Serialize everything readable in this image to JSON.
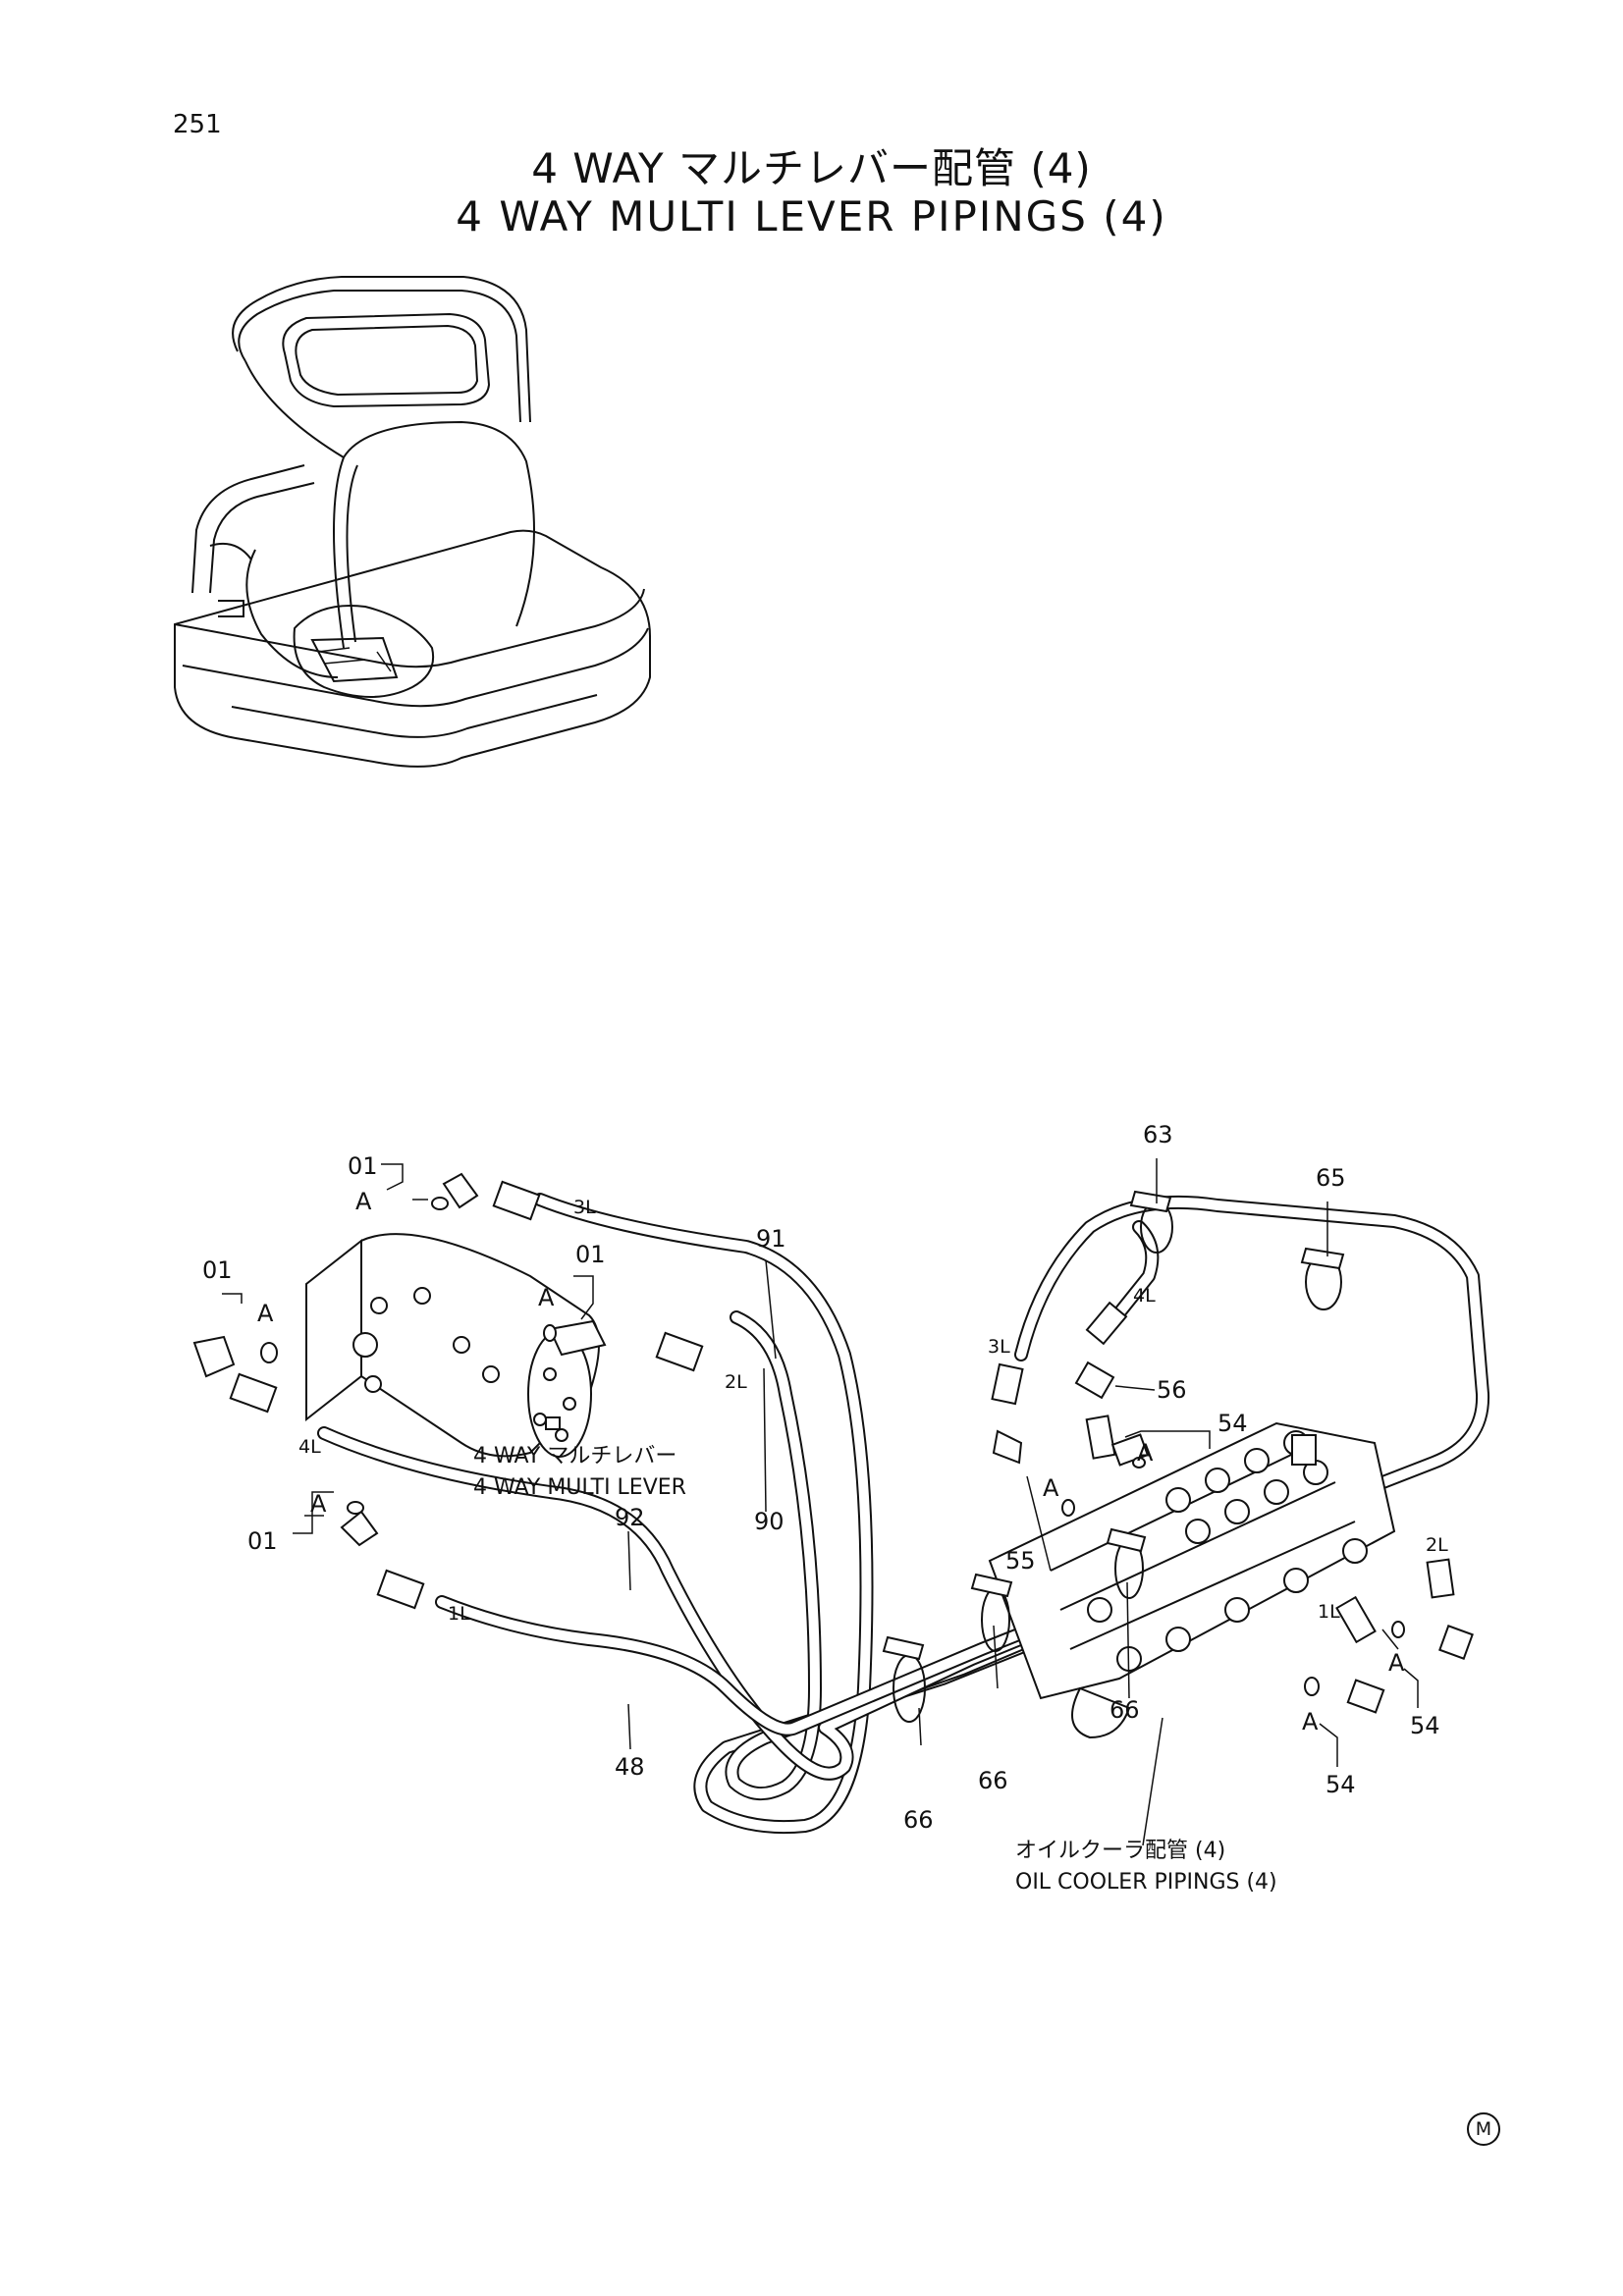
{
  "page": {
    "number": "251",
    "title_jp": "4 WAY マルチレバー配管 (4)",
    "title_en": "4 WAY MULTI LEVER PIPINGS (4)",
    "mark": "M"
  },
  "callouts": {
    "c63": "63",
    "c65": "65",
    "c91": "91",
    "c90": "90",
    "c92": "92",
    "c48": "48",
    "c56": "56",
    "c54_top": "54",
    "c55": "55",
    "c66_a": "66",
    "c66_b": "66",
    "c66_c": "66",
    "c54_mid": "54",
    "c54_bot": "54",
    "c01_top": "01",
    "c01_left": "01",
    "c01_mid": "01",
    "c01_low": "01",
    "a_top": "A",
    "a_left": "A",
    "a_mid": "A",
    "a_low": "A",
    "a_r1": "A",
    "a_r2": "A",
    "a_r3": "A",
    "a_r4": "A"
  },
  "port_labels": {
    "p3l_left": "3L",
    "p2l_left": "2L",
    "p4l_left": "4L",
    "p1l_left": "1L",
    "p4l_right": "4L",
    "p3l_right": "3L",
    "p2l_right": "2L",
    "p1l_right": "1L"
  },
  "captions": {
    "lever_jp": "4 WAY マルチレバー",
    "lever_en": "4 WAY MULTI LEVER",
    "cooler_jp": "オイルクーラ配管 (4)",
    "cooler_en": "OIL COOLER PIPINGS (4)"
  }
}
